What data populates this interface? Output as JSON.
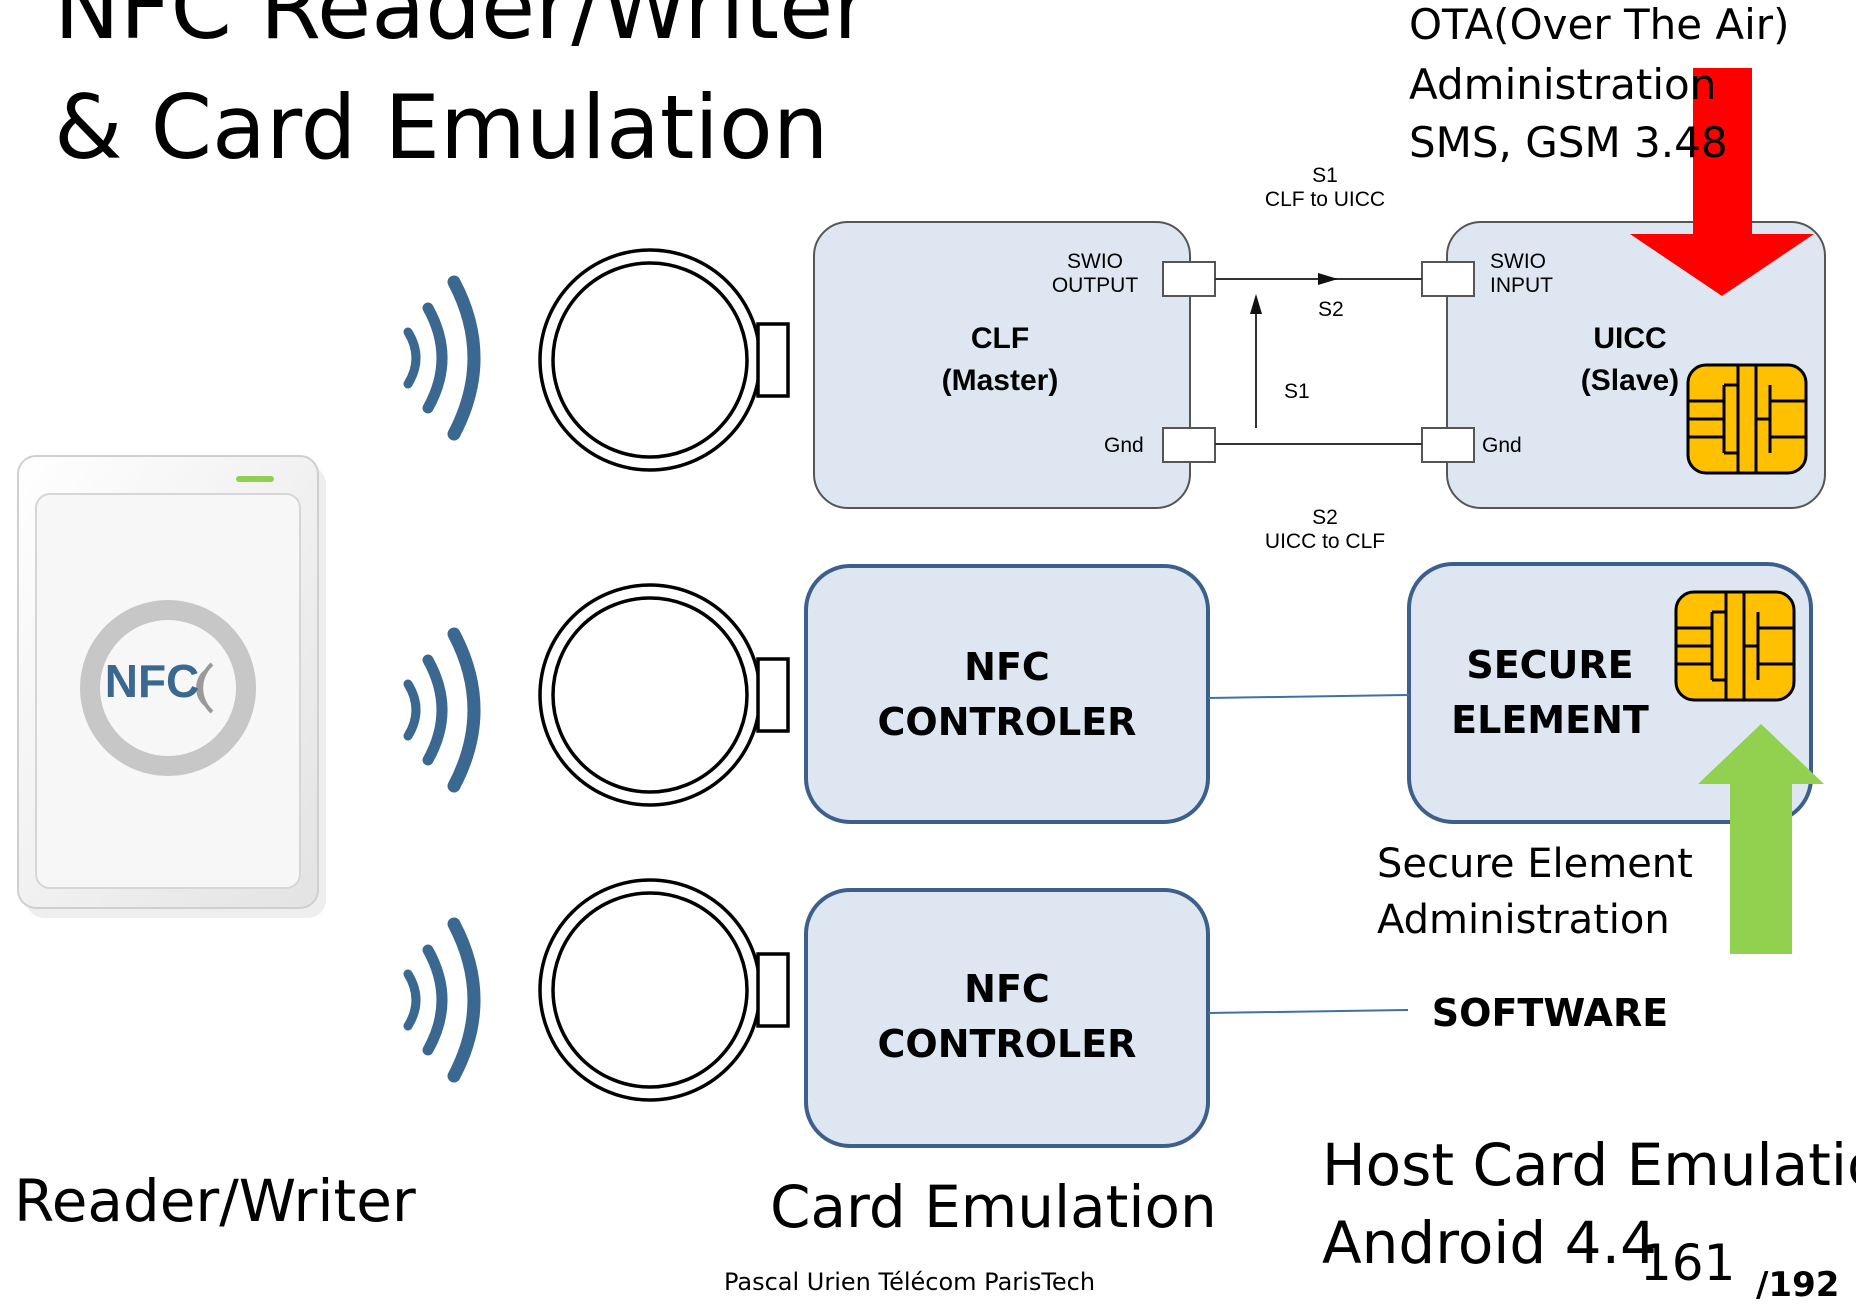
{
  "slide": {
    "title_line1": "NFC Reader/Writer",
    "title_line2": "& Card Emulation",
    "ota_line1": "OTA(Over The Air)",
    "ota_line2": "Administration",
    "ota_line3": "SMS, GSM 3.48",
    "reader_logo_text": "NFC",
    "footer_author": "Pascal Urien Télécom ParisTech",
    "page_number": "161",
    "page_total": "/192"
  },
  "diagram_top": {
    "s1_top_label": "S1",
    "s1_top_sub": "CLF to UICC",
    "clf_port_label_1": "SWIO",
    "clf_port_label_2": "OUTPUT",
    "clf_name": "CLF",
    "clf_role": "(Master)",
    "clf_gnd": "Gnd",
    "s2_mid": "S2",
    "s1_mid": "S1",
    "uicc_port_label_1": "SWIO",
    "uicc_port_label_2": "INPUT",
    "uicc_name": "UICC",
    "uicc_role": "(Slave)",
    "uicc_gnd": "Gnd",
    "s2_bottom_label": "S2",
    "s2_bottom_sub": "UICC to CLF"
  },
  "diagram_middle": {
    "controller_line1": "NFC",
    "controller_line2": "CONTROLER",
    "se_line1": "SECURE",
    "se_line2": "ELEMENT",
    "se_admin_line1": "Secure Element",
    "se_admin_line2": "Administration"
  },
  "diagram_bottom": {
    "controller_line1": "NFC",
    "controller_line2": "CONTROLER",
    "software": "SOFTWARE"
  },
  "captions": {
    "reader_writer": "Reader/Writer",
    "card_emulation": "Card Emulation",
    "hce_line1": "Host Card Emulation",
    "hce_line2": "Android 4.4"
  },
  "colors": {
    "box_fill": "#dde6f1",
    "box_stroke": "#3c5f8c",
    "wave": "#3a6891",
    "ota_arrow": "#ff0000",
    "se_arrow": "#92d050",
    "chip_fill": "#ffc000"
  }
}
